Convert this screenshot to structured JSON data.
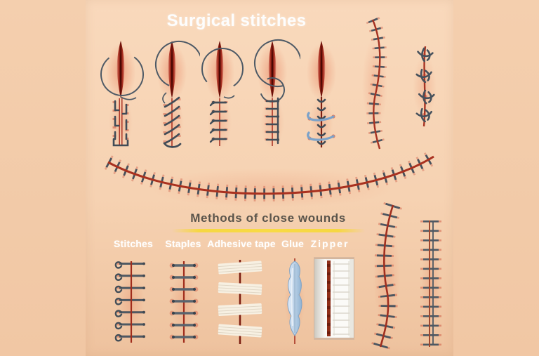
{
  "title": "Surgical stitches",
  "methods": {
    "heading": "Methods of close wounds",
    "underline_color": "#f6d742",
    "items": [
      {
        "label": "Stitches",
        "icon": "stitched-wound-icon"
      },
      {
        "label": "Staples",
        "icon": "stapled-wound-icon"
      },
      {
        "label": "Adhesive tape",
        "icon": "taped-wound-icon"
      },
      {
        "label": "Glue",
        "icon": "glued-wound-icon"
      },
      {
        "label": "Zipper",
        "icon": "zipped-wound-icon"
      }
    ]
  },
  "illustrations": {
    "suture_techniques": [
      "interrupted-suture-with-needle",
      "continuous-diagonal-suture-with-needle",
      "knotted-rung-suture-with-needle",
      "locking-ladder-suture-with-two-needles",
      "knotted-suture-with-blue-threads"
    ],
    "top_right": [
      "curved-running-suture",
      "four-knot-interrupted-suture"
    ],
    "middle": "long-curved-railroad-suture",
    "bottom_right": [
      "curved-cross-stitch-suture",
      "ladder-stitch-suture"
    ]
  },
  "colors": {
    "background_outer": "#f3cdab",
    "background_panel_top": "#f9d9bc",
    "background_panel_bottom": "#eec29e",
    "wound_red": "#8f1a10",
    "suture_line_red": "#a63222",
    "thread_gray": "#46515c",
    "thread_blue": "#7ba2c9",
    "tape_cream": "#f7f0e2",
    "glue_blue": "#b5cde4",
    "accent_yellow": "#f6d742",
    "title_white": "#fdfdfd",
    "heading_dark": "#5a544b"
  }
}
